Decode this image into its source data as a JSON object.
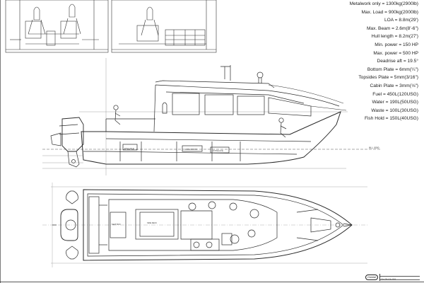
{
  "specifications": [
    {
      "label": "Metalwork only",
      "value": "1300kg(2900lb)"
    },
    {
      "label": "Max. Load",
      "value": "900kg(2000lb)"
    },
    {
      "label": "LOA",
      "value": "8.8m(29')"
    },
    {
      "label": "Max. Beam",
      "value": "2.6m(8'-6\")"
    },
    {
      "label": "Hull length",
      "value": "8.2m(27')"
    },
    {
      "label": "Min. power",
      "value": "150 HP"
    },
    {
      "label": "Max. power",
      "value": "500 HP"
    },
    {
      "label": "Deadrise aft",
      "value": "19.5°"
    },
    {
      "label": "Bottom Plate",
      "value": "6mm(¼\")"
    },
    {
      "label": "Topsides Plate",
      "value": "5mm(3/16\")"
    },
    {
      "label": "Cabin Plate",
      "value": "3mm(⅛\")"
    },
    {
      "label": "Fuel",
      "value": "450L(120USG)"
    },
    {
      "label": "Water",
      "value": "190L(50USG)"
    },
    {
      "label": "Waste",
      "value": "100L(30USG)"
    },
    {
      "label": "Fish Hold",
      "value": "150L(40USG)"
    }
  ],
  "drawing_labels": {
    "waterline": "W.L. 0000",
    "hull_tag": "LIFTING EYE",
    "deck_tag": "WASH DOWN",
    "hold_tag": "FISH HOLD",
    "side_tag": "SIDE DECK",
    "seat_tag": "SEAT BOX"
  },
  "title_block": {
    "logo": "Cheetah",
    "drawing_no": "CH-29-GA-001"
  }
}
